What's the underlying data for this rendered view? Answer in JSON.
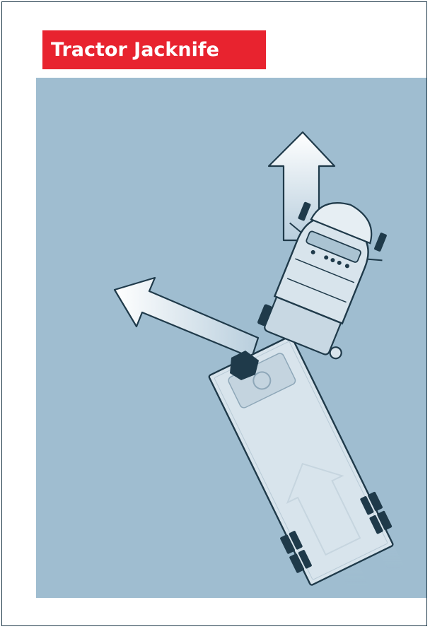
{
  "figure": {
    "title": "Tractor Jacknife"
  },
  "colors": {
    "title_background": "#e8232f",
    "title_text": "#ffffff",
    "panel_background": "#9fbdd0",
    "outline": "#1f3a4a",
    "vehicle_fill": "#d8e4ec",
    "arrow_fill": "#eef3f7"
  },
  "illustration": {
    "subject": "tractor-trailer jackknife, top view",
    "arrows": [
      "forward-arrow",
      "sideways-arrow"
    ]
  }
}
